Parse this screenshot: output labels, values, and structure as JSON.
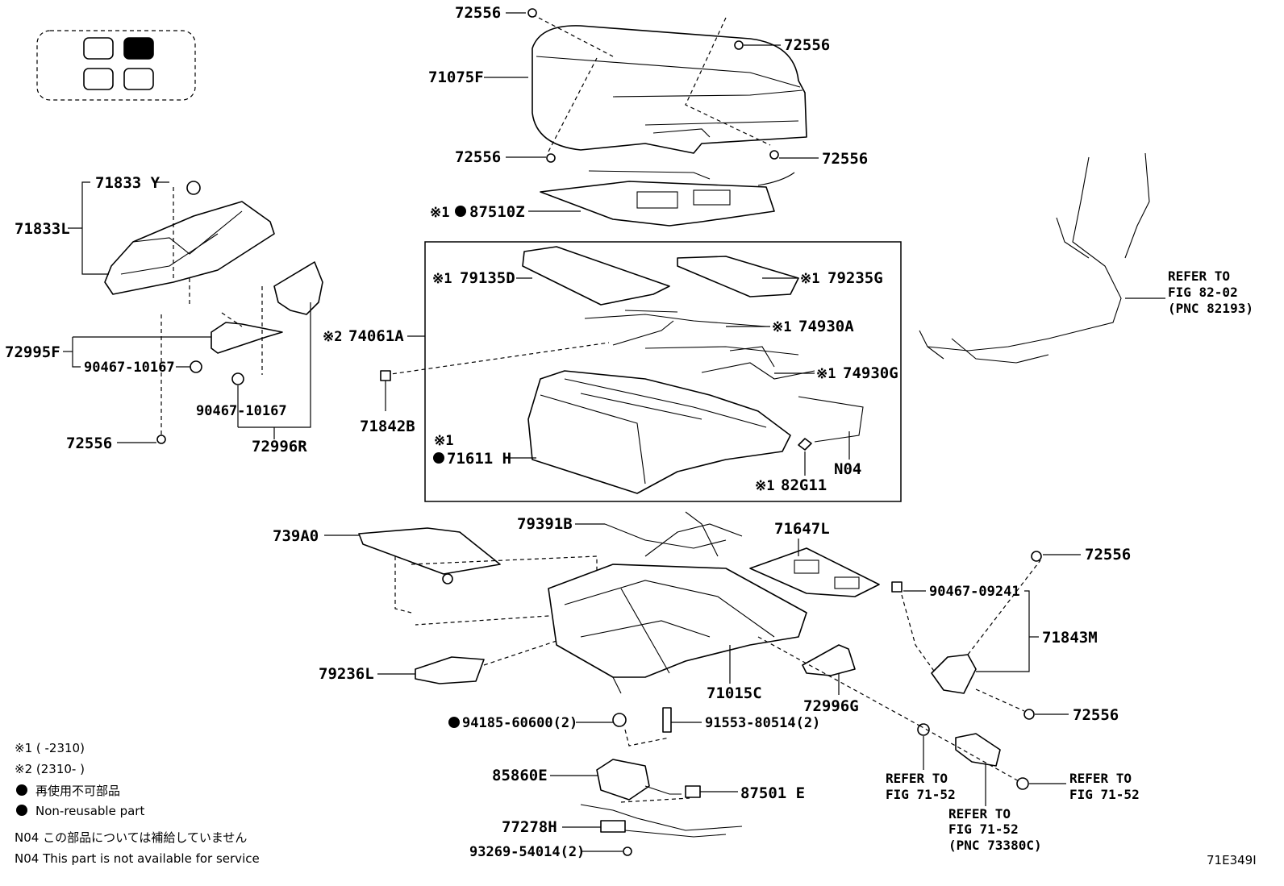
{
  "diagram_id": "71E349I",
  "locator": {
    "cells": [
      "front-left",
      "front-right",
      "rear-left",
      "rear-right"
    ],
    "highlighted": "front-right"
  },
  "labels": {
    "p72556_top": "72556",
    "p72556_tr": "72556",
    "p71075F": "71075F",
    "p72556_ml": "72556",
    "p72556_mr": "72556",
    "p87510Z": "87510Z",
    "p71833Y": "71833 Y",
    "p71833L": "71833L",
    "p72995F": "72995F",
    "p90467_a": "90467-10167",
    "p90467_b": "90467-10167",
    "p72996R": "72996R",
    "p72556_left": "72556",
    "p79135D": "79135D",
    "p79235G": "79235G",
    "p74930A": "74930A",
    "p74061A": "74061A",
    "p74930G": "74930G",
    "p71842B": "71842B",
    "p71611H": "71611 H",
    "p82G11": "82G11",
    "pN04": "N04",
    "p739A0": "739A0",
    "p79391B": "79391B",
    "p71647L": "71647L",
    "p72556_r1": "72556",
    "p90467_09241": "90467-09241",
    "p71843M": "71843M",
    "p72556_r2": "72556",
    "p79236L": "79236L",
    "p71015C": "71015C",
    "p72996G": "72996G",
    "p94185": "94185-60600(2)",
    "p91553": "91553-80514(2)",
    "p85860E": "85860E",
    "p87501E": "87501 E",
    "p77278H": "77278H",
    "p93269": "93269-54014(2)"
  },
  "marks": {
    "m1": "※1",
    "m2": "※2"
  },
  "refs": {
    "harness_1": "REFER TO",
    "harness_2": "FIG 82-02",
    "harness_3": "(PNC 82193)",
    "ref_a1": "REFER TO",
    "ref_a2": "FIG 71-52",
    "ref_b1": "REFER TO",
    "ref_b2": "FIG 71-52",
    "ref_b3": "(PNC 73380C)",
    "ref_c1": "REFER TO",
    "ref_c2": "FIG 71-52"
  },
  "legend": {
    "note1": "※1 (      -2310)",
    "note2": "※2 (2310-      )",
    "nonreusable_jp": "再使用不可部品",
    "nonreusable_en": "Non-reusable part",
    "n04_jp": "N04 この部品については補給していません",
    "n04_en": "N04 This part is not available for service"
  }
}
